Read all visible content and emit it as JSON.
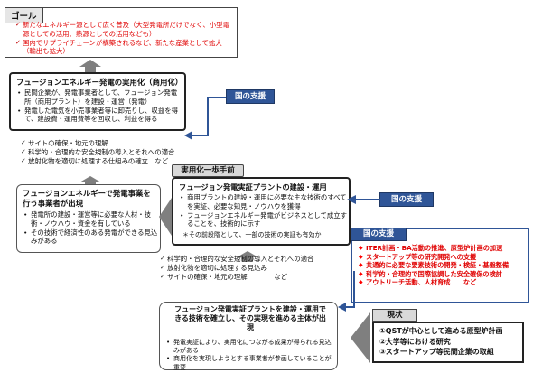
{
  "goal": {
    "title": "ゴール",
    "items": [
      "新たなエネルギー源として広く普及（大型発電所だけでなく、小型電源としての活用、熱源としての活用なども）",
      "国内でサプライチェーンが構築されるなど、新たな産業として拡大（輸出も拡大）"
    ]
  },
  "commercial": {
    "title": "フュージョンエネルギー発電の実用化（商用化）",
    "items": [
      "民間企業が、発電事業者として、フュージョン発電所（商用プラント）を建設・運営（発電）",
      "発電した電気を小売事業者等に卸売りし、収益を得て、建設費・運用費等を回収し、利益を得る"
    ]
  },
  "gov_support_1": "国の支援",
  "gov_support_2": "国の支援",
  "upper_conditions": [
    "サイトの確保・地元の理解",
    "科学的・合理的な安全規制の導入とそれへの適合",
    "放射化物を適切に処理する仕組みの確立　など"
  ],
  "players": {
    "title": "フュージョンエネルギーで発電事業を行う事業者が出現",
    "items": [
      "発電所の建設・運営等に必要な人材・技術・ノウハウ・資金を有している",
      "その技術で経済性のある発電ができる見込みがある"
    ]
  },
  "pre_stage": {
    "label": "実用化一歩手前",
    "title": "フュージョン発電実証プラントの建設・運用",
    "items": [
      "商用プラントの建設・運用に必要な主な技術のすべてを実証、必要な知見・ノウハウを獲得",
      "フュージョンエネルギー発電がビジネスとして成立することを、技術的に示す"
    ],
    "note": "＊その前段階として、一部の技術の実証も有効か"
  },
  "support_detail": {
    "title": "国の支援",
    "items": [
      "ITER計画・BA活動の推進、原型炉計画の加速",
      "スタートアップ等の研究開発への支援",
      "共通的に必要な要素技術の開発・検証・基盤整備",
      "科学的・合理的で国際協調した安全確保の検討",
      "アウトリーチ活動、人材育成　　など"
    ]
  },
  "lower_conditions": [
    "科学的・合理的な安全規制の導入とそれへの適合",
    "放射化物を適切に処理する見込み",
    "サイトの確保・地元の理解　　　　など"
  ],
  "emergence": {
    "title": "フュージョン発電実証プラントを建設・運用できる技術を確立し、その実現を進める主体が出現",
    "items": [
      "発電実証により、実用化につながる成果が得られる見込みがある",
      "商用化を実現しようとする事業者が参画していることが重要"
    ]
  },
  "status": {
    "title": "現状",
    "items": [
      "①QSTが中心として進める原型炉計画",
      "②大学等における研究",
      "③スタートアップ等民間企業の取組"
    ]
  }
}
